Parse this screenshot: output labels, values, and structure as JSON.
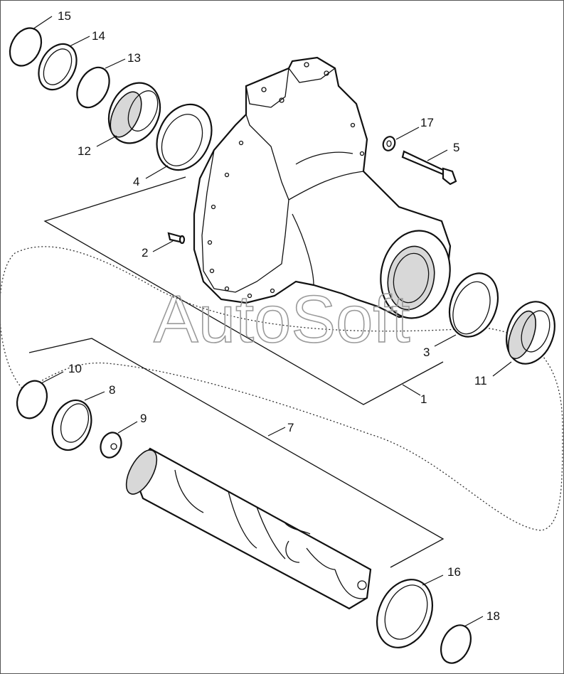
{
  "watermark": "AutoSoft",
  "callouts": {
    "c1": "1",
    "c2": "2",
    "c3": "3",
    "c4": "4",
    "c5": "5",
    "c7": "7",
    "c8": "8",
    "c9": "9",
    "c10": "10",
    "c11": "11",
    "c12": "12",
    "c13": "13",
    "c14": "14",
    "c15": "15",
    "c16": "16",
    "c17": "17",
    "c18": "18"
  }
}
